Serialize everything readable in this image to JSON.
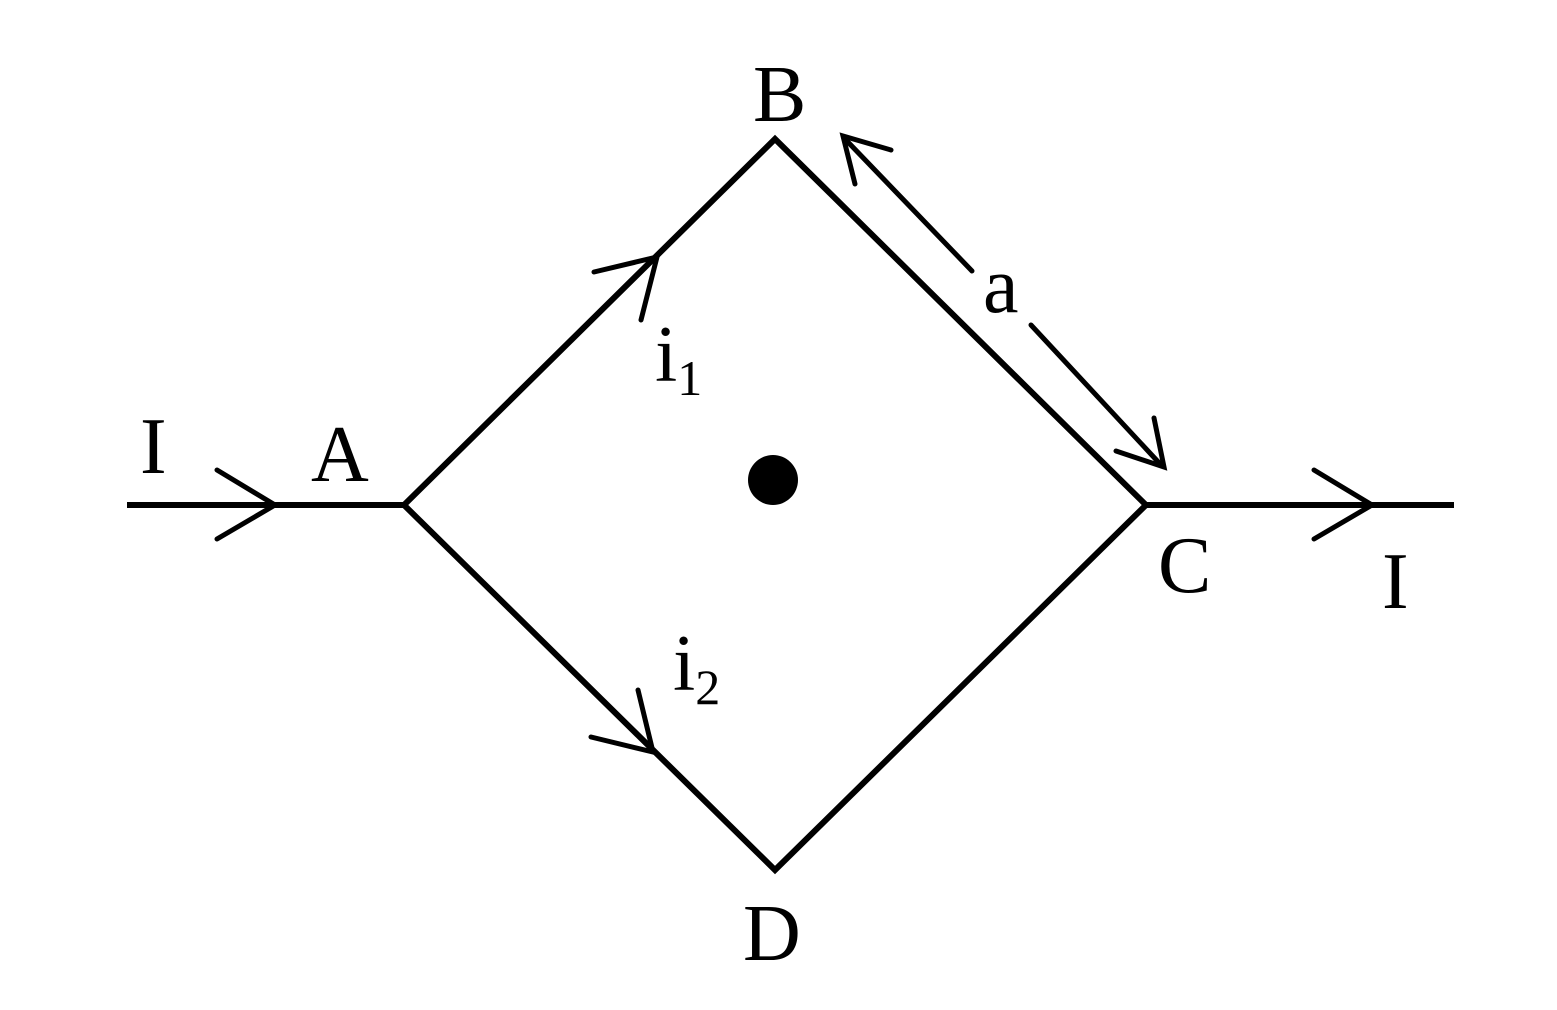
{
  "labels": {
    "input_current": "I",
    "output_current": "I",
    "node_a": "A",
    "node_b": "B",
    "node_c": "C",
    "node_d": "D",
    "side_length": "a",
    "branch_upper_main": "i",
    "branch_upper_sub": "1",
    "branch_lower_main": "i",
    "branch_lower_sub": "2"
  },
  "colors": {
    "ink": "#000000",
    "background": "#ffffff"
  }
}
